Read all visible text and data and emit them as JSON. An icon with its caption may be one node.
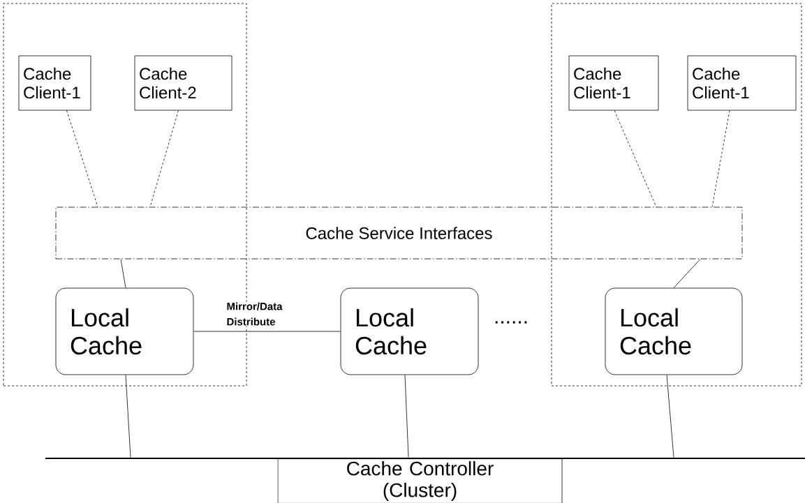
{
  "diagram": {
    "nodes": [
      {
        "text": [],
        "shape": "box"
      },
      {
        "text": [
          "Cache Client-1"
        ],
        "in": 0
      },
      {
        "text": [
          "Cache Client-2"
        ],
        "in": 0
      },
      {
        "text": [],
        "shape": "box"
      },
      {
        "text": [
          "Cache Client-1"
        ],
        "in": 3
      },
      {
        "text": [
          "Cache Client-1"
        ],
        "in": 3
      },
      {
        "text": [
          "Cache Service Interfaces"
        ]
      },
      {
        "text": [
          "Local Cache"
        ],
        "in": 0
      },
      {
        "text": [
          "Local Cache"
        ]
      },
      {
        "text": [
          "Local Cache"
        ],
        "in": 3
      },
      {
        "text": [],
        "shape": "bar"
      },
      {
        "text": [
          "Cache Controller (Cluster)"
        ]
      }
    ],
    "edges": [
      {
        "from": 1,
        "to": 6,
        "arrow": "none",
        "style": "dashed"
      },
      {
        "from": 2,
        "to": 6,
        "arrow": "none",
        "style": "dashed"
      },
      {
        "from": 4,
        "to": 6,
        "arrow": "none",
        "style": "dashed"
      },
      {
        "from": 5,
        "to": 6,
        "arrow": "none",
        "style": "dashed"
      },
      {
        "from": 6,
        "to": 7,
        "arrow": "none"
      },
      {
        "from": 6,
        "to": 9,
        "arrow": "none"
      },
      {
        "from": 7,
        "to": 8,
        "arrow": "none",
        "label": "Mirror/Data Distribute"
      },
      {
        "from": 7,
        "to": 10,
        "arrow": "none"
      },
      {
        "from": 8,
        "to": 10,
        "arrow": "none"
      },
      {
        "from": 9,
        "to": 10,
        "arrow": "none"
      }
    ],
    "labels": [
      "......"
    ]
  }
}
